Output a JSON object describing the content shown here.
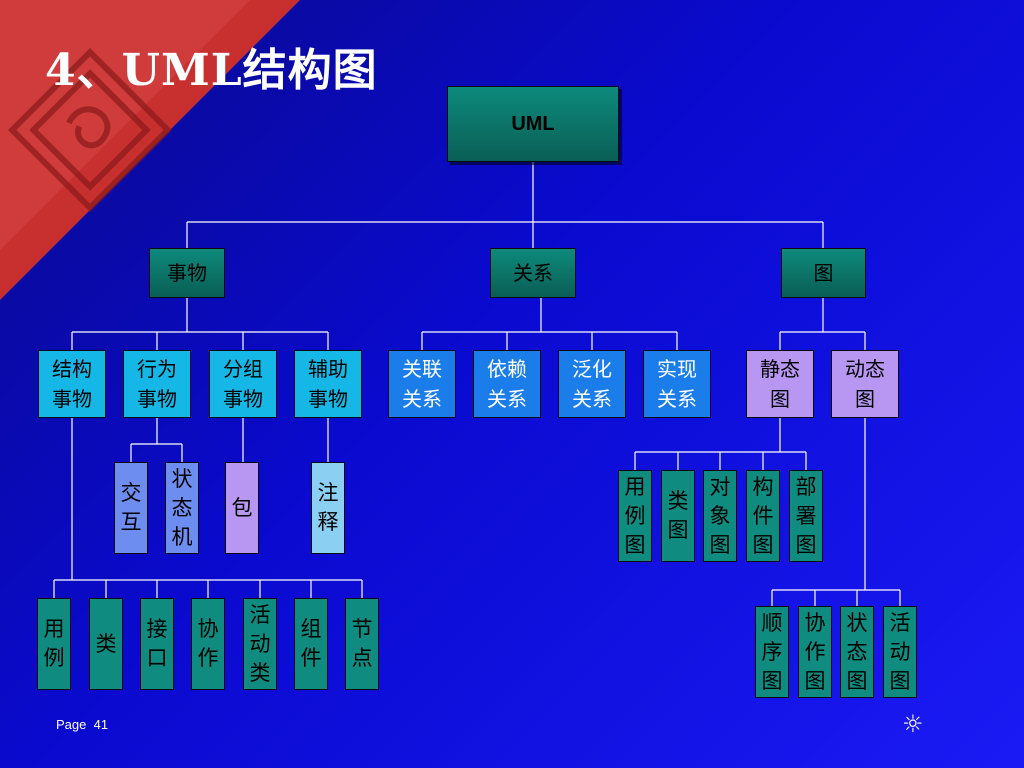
{
  "title": "4、UML结构图",
  "root": "UML",
  "level1": [
    "事物",
    "关系",
    "图"
  ],
  "things": [
    "结构\n事物",
    "行为\n事物",
    "分组\n事物",
    "辅助\n事物"
  ],
  "relations": [
    "关联\n关系",
    "依赖\n关系",
    "泛化\n关系",
    "实现\n关系"
  ],
  "diagrams": [
    "静态\n图",
    "动态\n图"
  ],
  "behavior_items": [
    "交\n互",
    "状\n态\n机"
  ],
  "group_items": [
    "包"
  ],
  "aux_items": [
    "注\n释"
  ],
  "structure_items": [
    "用\n例",
    "类",
    "接\n口",
    "协\n作",
    "活\n动\n类",
    "组\n件",
    "节\n点"
  ],
  "static_items": [
    "用\n例\n图",
    "类\n图",
    "对\n象\n图",
    "构\n件\n图",
    "部\n署\n图"
  ],
  "dynamic_items": [
    "顺\n序\n图",
    "协\n作\n图",
    "状\n态\n图",
    "活\n动\n图"
  ],
  "footer": {
    "label": "Page",
    "number": "41"
  },
  "footer_icon": "sun-icon"
}
